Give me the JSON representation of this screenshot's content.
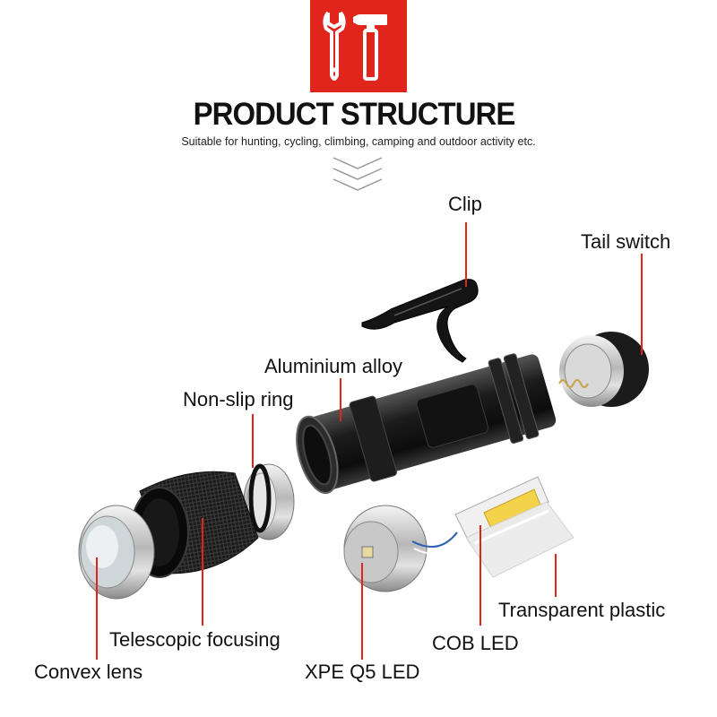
{
  "header": {
    "badge_icon": "wrench-and-hammer-icon",
    "badge_color": "#e0261c",
    "title": "PRODUCT STRUCTURE",
    "subtitle": "Suitable for hunting, cycling, climbing, camping and outdoor activity etc."
  },
  "accent_color": "#e0261c",
  "parts": {
    "clip": "Clip",
    "tail_switch": "Tail switch",
    "aluminium_alloy": "Aluminium alloy",
    "non_slip_ring": "Non-slip ring",
    "transparent_plastic": "Transparent plastic",
    "telescopic_focusing": "Telescopic focusing",
    "cob_led": "COB LED",
    "convex_lens": "Convex lens",
    "xpe_q5_led": "XPE Q5 LED"
  }
}
